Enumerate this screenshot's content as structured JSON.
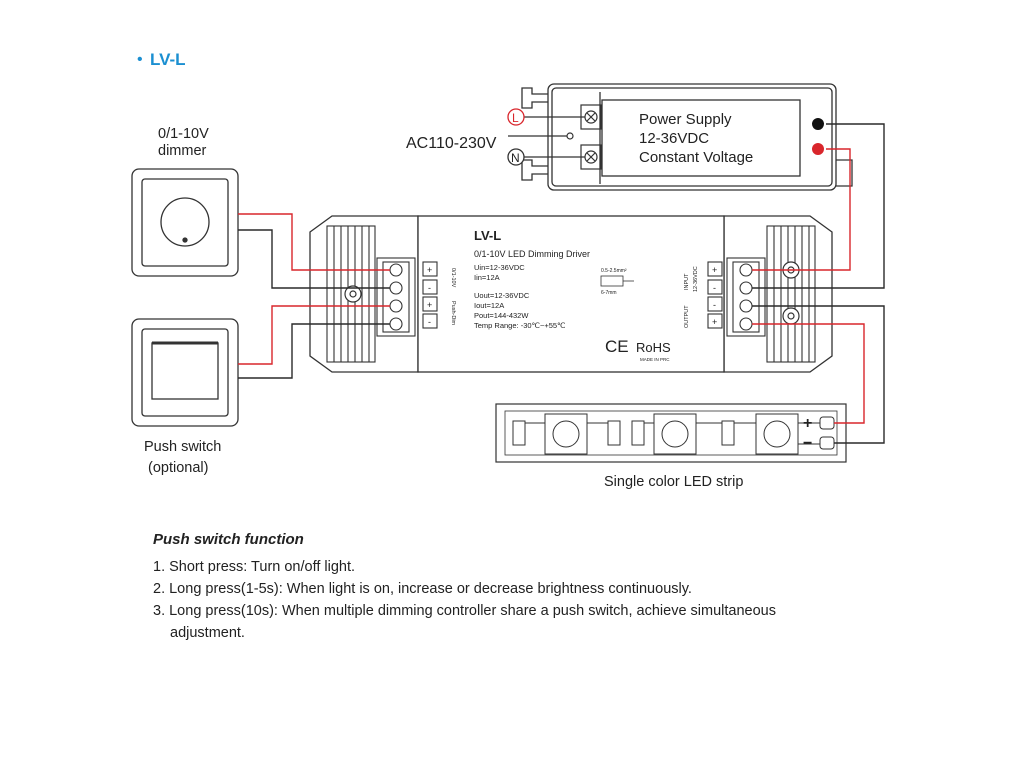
{
  "heading": {
    "bullet": "•",
    "label": "LV-L"
  },
  "mains": {
    "label": "AC110-230V",
    "live": "L",
    "neutral": "N"
  },
  "power_supply": {
    "line1": "Power Supply",
    "line2": "12-36VDC",
    "line3": "Constant Voltage"
  },
  "dimmer": {
    "line1": "0/1-10V",
    "line2": "dimmer"
  },
  "push_switch": {
    "line1": "Push switch",
    "line2": "(optional)"
  },
  "driver": {
    "model": "LV-L",
    "subtitle": "0/1-10V LED Dimming Driver",
    "uin": "Uin=12-36VDC",
    "iin": "Iin=12A",
    "uout": "Uout=12-36VDC",
    "iout": "Iout=12A",
    "pout": "Pout=144-432W",
    "temp": "Temp Range: -30℃~+55℃",
    "wire_gauge": "0.5-2.5mm²",
    "strip_len": "6-7mm",
    "ce": "CE",
    "rohs": "RoHS",
    "made_in": "MADE IN PRC",
    "input_label": "INPUT",
    "input_voltage": "12-36VDC",
    "output_label": "OUTPUT",
    "dim_label": "0/1-10V",
    "push_label": "Push-Dim",
    "plus": "+",
    "minus": "-"
  },
  "led_strip": {
    "label": "Single color LED strip",
    "plus": "+",
    "minus": "−"
  },
  "notes": {
    "title": "Push switch function",
    "items": [
      {
        "main": "1. Short press: Turn on/off light.",
        "cont": ""
      },
      {
        "main": "2. Long press(1-5s): When light is on, increase or decrease brightness continuously.",
        "cont": ""
      },
      {
        "main": "3. Long press(10s): When multiple dimming controller share a push switch, achieve simultaneous",
        "cont": "adjustment."
      }
    ]
  },
  "colors": {
    "wire_red": "#d9262c",
    "wire_black": "#2a2a2a",
    "heading_blue": "#1b8fd1",
    "outline": "#333333"
  }
}
